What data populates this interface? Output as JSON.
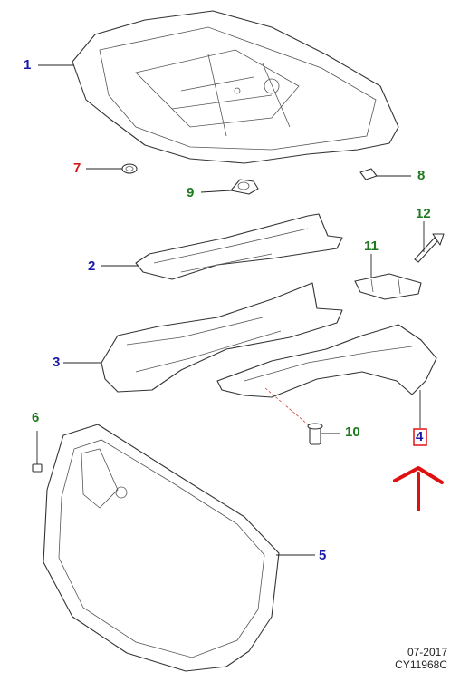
{
  "callouts": [
    {
      "id": "c1",
      "label": "1",
      "color": "blue"
    },
    {
      "id": "c2",
      "label": "2",
      "color": "blue"
    },
    {
      "id": "c3",
      "label": "3",
      "color": "blue"
    },
    {
      "id": "c4",
      "label": "4",
      "color": "blue",
      "highlighted": true
    },
    {
      "id": "c5",
      "label": "5",
      "color": "blue"
    },
    {
      "id": "c6",
      "label": "6",
      "color": "green"
    },
    {
      "id": "c7",
      "label": "7",
      "color": "red"
    },
    {
      "id": "c8",
      "label": "8",
      "color": "green"
    },
    {
      "id": "c9",
      "label": "9",
      "color": "green"
    },
    {
      "id": "c10",
      "label": "10",
      "color": "green"
    },
    {
      "id": "c11",
      "label": "11",
      "color": "green"
    },
    {
      "id": "c12",
      "label": "12",
      "color": "green"
    }
  ],
  "footer": {
    "date": "07-2017",
    "drawing_code": "CY11968C"
  },
  "colors": {
    "blue": "#1a1aa6",
    "red": "#d01818",
    "green": "#1e7a1e",
    "highlight_box": "#e01010",
    "arrow": "#e01010"
  }
}
